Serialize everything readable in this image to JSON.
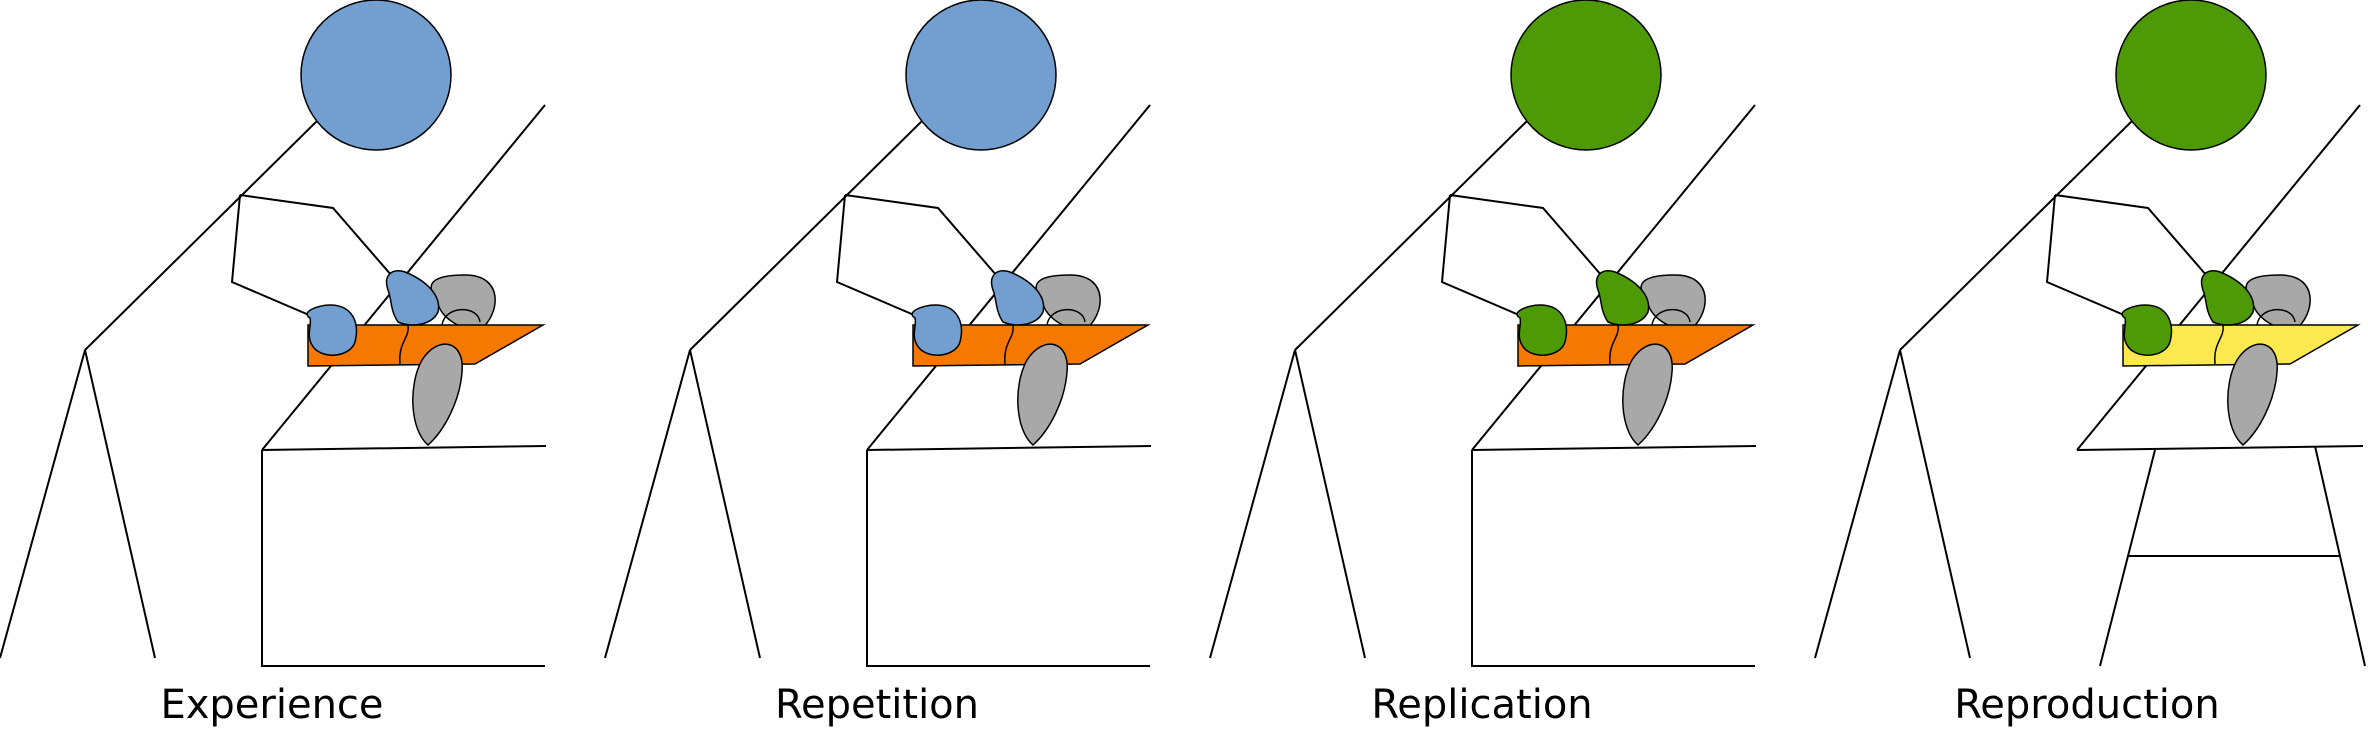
{
  "colors": {
    "blue": "#729fcf",
    "green": "#4e9a06",
    "orange": "#f57900",
    "yellow": "#fce94f",
    "gray": "#a8a8a8",
    "line": "#000000"
  },
  "panels": [
    {
      "label": "Experience",
      "person_color": "blue",
      "board_color": "orange",
      "table_style": "box"
    },
    {
      "label": "Repetition",
      "person_color": "blue",
      "board_color": "orange",
      "table_style": "box"
    },
    {
      "label": "Replication",
      "person_color": "green",
      "board_color": "orange",
      "table_style": "box"
    },
    {
      "label": "Reproduction",
      "person_color": "green",
      "board_color": "yellow",
      "table_style": "legs"
    }
  ]
}
